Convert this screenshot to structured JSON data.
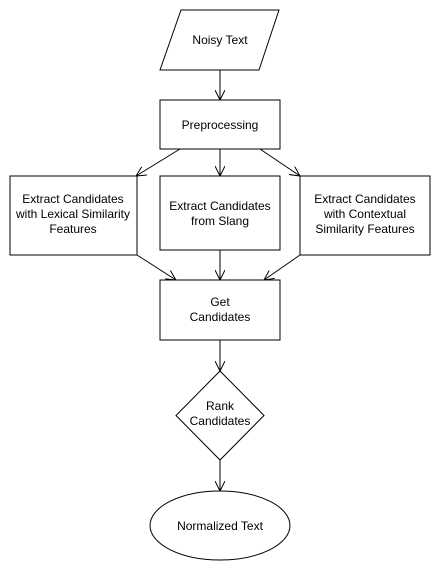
{
  "nodes": {
    "noisy_text": {
      "lines": [
        "Noisy Text"
      ]
    },
    "preprocessing": {
      "lines": [
        "Preprocessing"
      ]
    },
    "lexical": {
      "lines": [
        "Extract Candidates",
        "with Lexical Similarity",
        "Features"
      ]
    },
    "slang": {
      "lines": [
        "Extract Candidates",
        "from Slang"
      ]
    },
    "contextual": {
      "lines": [
        "Extract Candidates",
        "with Contextual",
        "Similarity Features"
      ]
    },
    "get_candidates": {
      "lines": [
        "Get",
        "Candidates"
      ]
    },
    "rank": {
      "lines": [
        "Rank",
        "Candidates"
      ]
    },
    "normalized": {
      "lines": [
        "Normalized Text"
      ]
    }
  }
}
